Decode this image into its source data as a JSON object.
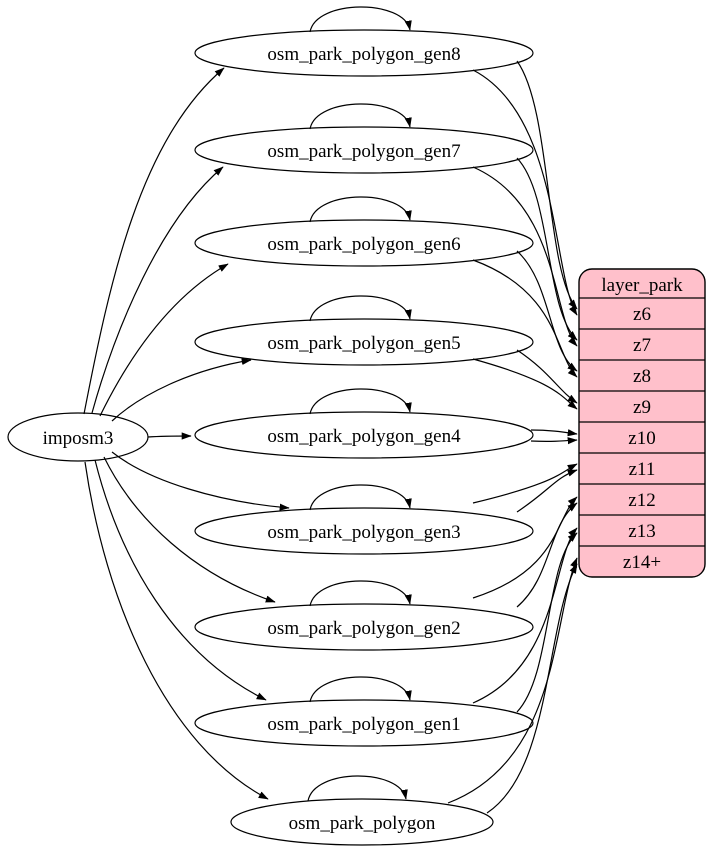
{
  "colors": {
    "background": "#ffffff",
    "node_fill": "#ffffff",
    "edge_stroke": "#000000",
    "record_fill": "#ffc0cb",
    "text": "#000000"
  },
  "nodes": {
    "imposm3": {
      "label": "imposm3"
    },
    "gen8": {
      "label": "osm_park_polygon_gen8"
    },
    "gen7": {
      "label": "osm_park_polygon_gen7"
    },
    "gen6": {
      "label": "osm_park_polygon_gen6"
    },
    "gen5": {
      "label": "osm_park_polygon_gen5"
    },
    "gen4": {
      "label": "osm_park_polygon_gen4"
    },
    "gen3": {
      "label": "osm_park_polygon_gen3"
    },
    "gen2": {
      "label": "osm_park_polygon_gen2"
    },
    "gen1": {
      "label": "osm_park_polygon_gen1"
    },
    "park_polygon": {
      "label": "osm_park_polygon"
    }
  },
  "record": {
    "title": "layer_park",
    "rows": [
      "z6",
      "z7",
      "z8",
      "z9",
      "z10",
      "z11",
      "z12",
      "z13",
      "z14+"
    ]
  },
  "edges": {
    "imports": [
      {
        "from": "imposm3",
        "to": "osm_park_polygon_gen8"
      },
      {
        "from": "imposm3",
        "to": "osm_park_polygon_gen7"
      },
      {
        "from": "imposm3",
        "to": "osm_park_polygon_gen6"
      },
      {
        "from": "imposm3",
        "to": "osm_park_polygon_gen5"
      },
      {
        "from": "imposm3",
        "to": "osm_park_polygon_gen4"
      },
      {
        "from": "imposm3",
        "to": "osm_park_polygon_gen3"
      },
      {
        "from": "imposm3",
        "to": "osm_park_polygon_gen2"
      },
      {
        "from": "imposm3",
        "to": "osm_park_polygon_gen1"
      },
      {
        "from": "imposm3",
        "to": "osm_park_polygon"
      }
    ],
    "self_loops": [
      "osm_park_polygon_gen8",
      "osm_park_polygon_gen7",
      "osm_park_polygon_gen6",
      "osm_park_polygon_gen5",
      "osm_park_polygon_gen4",
      "osm_park_polygon_gen3",
      "osm_park_polygon_gen2",
      "osm_park_polygon_gen1",
      "osm_park_polygon"
    ],
    "zoom_mappings": [
      {
        "from": "osm_park_polygon_gen8",
        "to": "z6",
        "arrows": 2
      },
      {
        "from": "osm_park_polygon_gen7",
        "to": "z7",
        "arrows": 2
      },
      {
        "from": "osm_park_polygon_gen6",
        "to": "z8",
        "arrows": 2
      },
      {
        "from": "osm_park_polygon_gen5",
        "to": "z9",
        "arrows": 2
      },
      {
        "from": "osm_park_polygon_gen4",
        "to": "z10",
        "arrows": 2
      },
      {
        "from": "osm_park_polygon_gen3",
        "to": "z11",
        "arrows": 2
      },
      {
        "from": "osm_park_polygon_gen2",
        "to": "z12",
        "arrows": 2
      },
      {
        "from": "osm_park_polygon_gen1",
        "to": "z13",
        "arrows": 2
      },
      {
        "from": "osm_park_polygon",
        "to": "z14+",
        "arrows": 2
      }
    ]
  }
}
